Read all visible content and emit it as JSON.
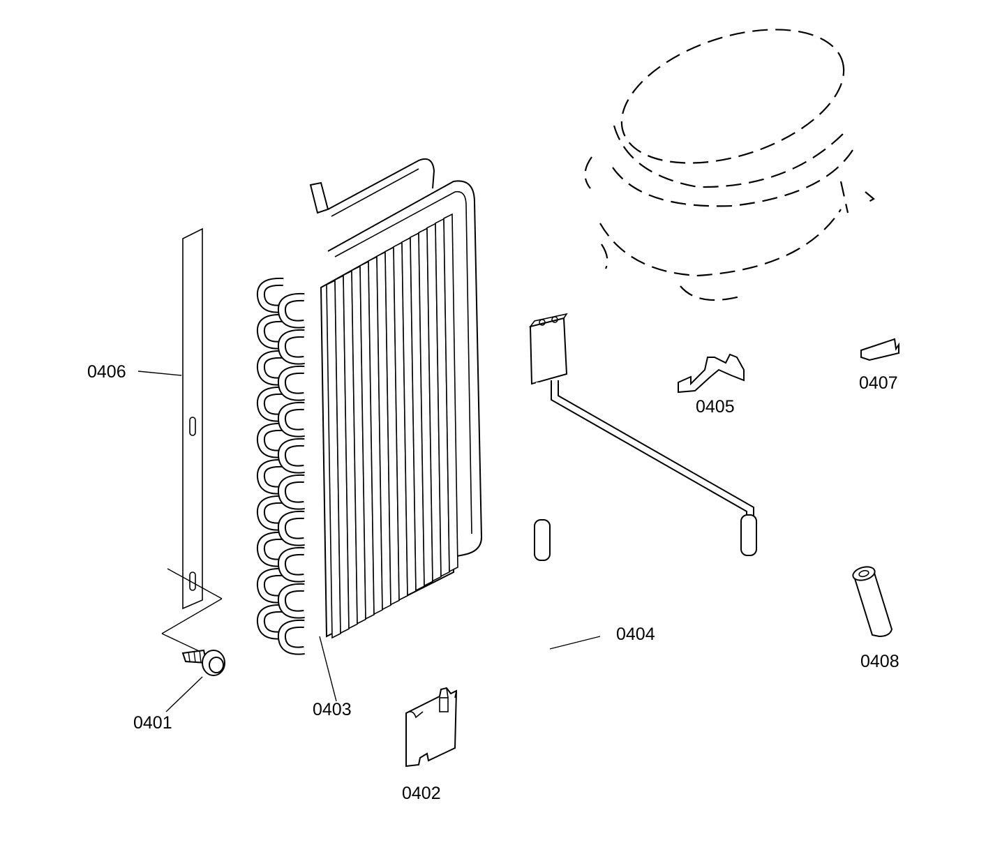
{
  "parts": [
    {
      "id": "screw",
      "label": "0401"
    },
    {
      "id": "bracket",
      "label": "0402"
    },
    {
      "id": "evaporator",
      "label": "0403"
    },
    {
      "id": "heater",
      "label": "0404"
    },
    {
      "id": "clip",
      "label": "0405"
    },
    {
      "id": "strip",
      "label": "0406"
    },
    {
      "id": "hook",
      "label": "0407"
    },
    {
      "id": "sleeve",
      "label": "0408"
    }
  ]
}
